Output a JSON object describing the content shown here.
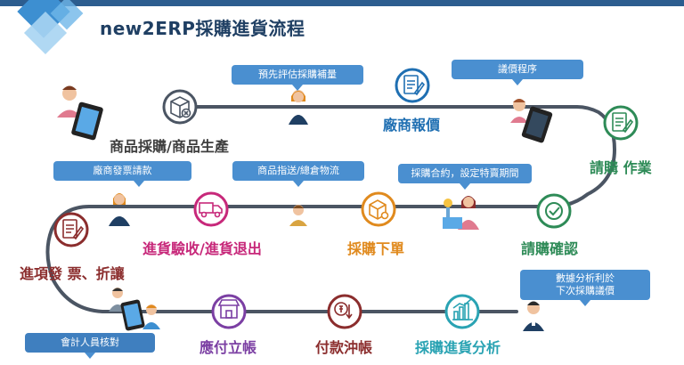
{
  "title": "new2ERP採購進貨流程",
  "colors": {
    "brand": "#1f3f63",
    "path": "#4b5563",
    "bubble": "#4a8fd0",
    "teal": "#2aa3b3",
    "green": "#2e8b57",
    "magenta": "#c7287a",
    "orange": "#e08a1e",
    "maroon": "#8b2d2d",
    "blue": "#1f6fb2"
  },
  "steps": [
    {
      "id": "step-1",
      "label": "商品採購/商品生產",
      "icon": "box-cancel-icon"
    },
    {
      "id": "step-2",
      "label": "廠商報價",
      "icon": "quote-document-icon"
    },
    {
      "id": "step-3",
      "label": "請購 作業",
      "icon": "request-form-icon"
    },
    {
      "id": "step-4",
      "label": "請購確認",
      "icon": "check-circle-icon"
    },
    {
      "id": "step-5",
      "label": "採購下單",
      "icon": "package-order-icon"
    },
    {
      "id": "step-6",
      "label": "進貨驗收/進貨退出",
      "icon": "delivery-truck-icon"
    },
    {
      "id": "step-7",
      "label": "進項發 票、折讓",
      "icon": "invoice-document-icon"
    },
    {
      "id": "step-8",
      "label": "應付立帳",
      "icon": "shop-icon"
    },
    {
      "id": "step-9",
      "label": "付款沖帳",
      "icon": "coin-payment-icon"
    },
    {
      "id": "step-10",
      "label": "採購進貨分析",
      "icon": "bar-chart-icon"
    }
  ],
  "notes": [
    {
      "id": "note-1",
      "text": "預先評估採購補量"
    },
    {
      "id": "note-2",
      "text": "議價程序"
    },
    {
      "id": "note-3",
      "text": "廠商發票請款"
    },
    {
      "id": "note-4",
      "text": "商品指送/總倉物流"
    },
    {
      "id": "note-5",
      "text": "採購合約，設定特賣期間"
    },
    {
      "id": "note-6",
      "line1": "數據分析利於",
      "line2": "下次採購議價"
    },
    {
      "id": "note-7",
      "text": "會計人員核對"
    }
  ]
}
